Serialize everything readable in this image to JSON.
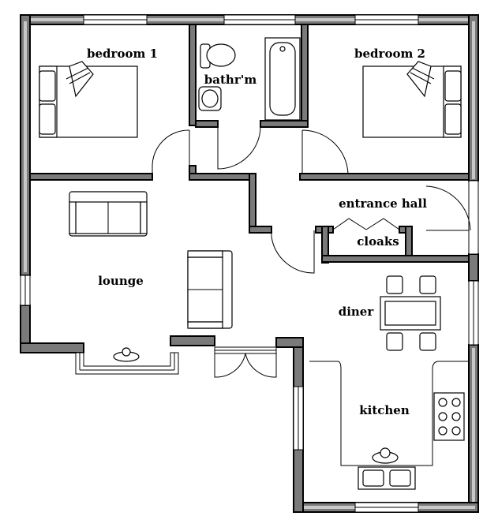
{
  "rooms": {
    "bedroom1": "bedroom 1",
    "bathroom": "bathr'm",
    "bedroom2": "bedroom 2",
    "entrance_hall": "entrance hall",
    "cloaks": "cloaks",
    "lounge": "lounge",
    "diner": "diner",
    "kitchen": "kitchen"
  }
}
